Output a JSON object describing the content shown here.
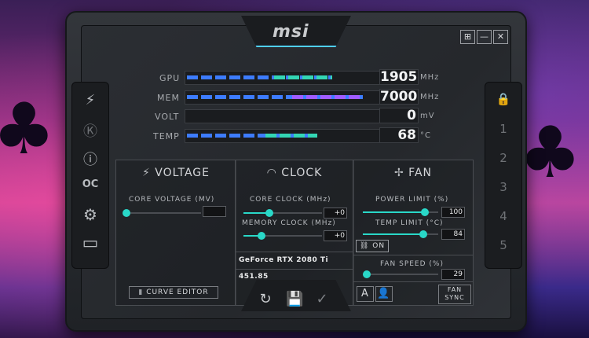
{
  "app": {
    "logo_text": "msi"
  },
  "window_buttons": [
    "⊞",
    "—",
    "✕"
  ],
  "left_sidebar": [
    {
      "icon": "kombustor-icon",
      "glyph": "⚡"
    },
    {
      "icon": "k-icon",
      "glyph": "Ⓚ"
    },
    {
      "icon": "info-icon",
      "glyph": "ⓘ"
    },
    {
      "icon": "oc-scanner-icon",
      "glyph": "OC"
    },
    {
      "icon": "settings-gear-icon",
      "glyph": "⚙"
    },
    {
      "icon": "monitor-icon",
      "glyph": "▭"
    }
  ],
  "right_sidebar": {
    "lock_glyph": "🔒",
    "profiles": [
      "1",
      "2",
      "3",
      "4",
      "5"
    ]
  },
  "metrics": [
    {
      "label": "GPU",
      "value": "1905",
      "unit": "MHz",
      "fill_fraction": 0.76
    },
    {
      "label": "MEM",
      "value": "7000",
      "unit": "MHz",
      "fill_fraction": 0.92
    },
    {
      "label": "VOLT",
      "value": "0",
      "unit": "mV",
      "fill_fraction": 0.0
    },
    {
      "label": "TEMP",
      "value": "68",
      "unit": "°C",
      "fill_fraction": 0.68
    }
  ],
  "voltage_panel": {
    "title": "VOLTAGE",
    "core_voltage_label": "CORE VOLTAGE  (MV)",
    "core_voltage_value": "",
    "curve_editor_label": "CURVE EDITOR"
  },
  "clock_panel": {
    "title": "CLOCK",
    "core_clock_label": "CORE CLOCK (MHz)",
    "core_clock_value": "+0",
    "memory_clock_label": "MEMORY CLOCK (MHz)",
    "memory_clock_value": "+0",
    "gpu_name": "GeForce RTX 2080 Ti",
    "driver_version": "451.85"
  },
  "fan_panel": {
    "title": "FAN",
    "power_limit_label": "POWER LIMIT (%)",
    "power_limit_value": "100",
    "temp_limit_label": "TEMP LIMIT (°C)",
    "temp_limit_value": "84",
    "link_toggle_label": "ON",
    "fan_speed_label": "FAN SPEED (%)",
    "fan_speed_value": "29",
    "fan_sync_label_1": "FAN",
    "fan_sync_label_2": "SYNC",
    "auto_label": "A"
  },
  "bottom_actions": [
    {
      "icon": "reset-icon",
      "glyph": "↻"
    },
    {
      "icon": "save-icon",
      "glyph": "💾"
    },
    {
      "icon": "apply-check-icon",
      "glyph": "✓"
    }
  ]
}
